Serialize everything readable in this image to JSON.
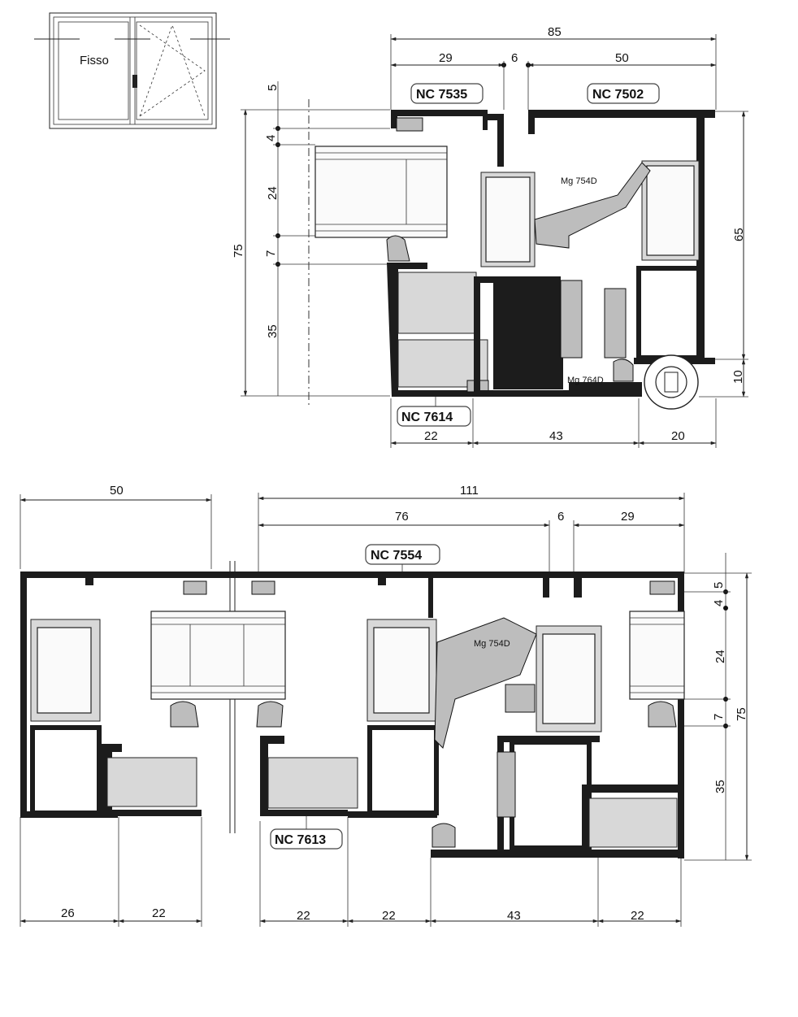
{
  "elevation": {
    "fixed_label": "Fisso"
  },
  "top_section": {
    "profile_codes": {
      "frame_left": "NC 7535",
      "sash": "NC 7502",
      "bottom": "NC 7614"
    },
    "gasket_codes": {
      "center": "Mg 754D",
      "bottom": "Mg 764D"
    },
    "dims_top": {
      "overall": "85",
      "a": "29",
      "b": "6",
      "c": "50"
    },
    "dims_left": {
      "total": "75",
      "d5": "5",
      "d4": "4",
      "d24": "24",
      "d7": "7",
      "d35": "35"
    },
    "dims_right": {
      "d65": "65",
      "d10": "10"
    },
    "dims_bottom": {
      "a": "22",
      "b": "43",
      "c": "20"
    }
  },
  "bottom_section": {
    "profile_codes": {
      "mullion": "NC 7554",
      "frame": "NC 7613"
    },
    "gasket_codes": {
      "center": "Mg 754D"
    },
    "dims_top": {
      "left_width": "50",
      "overall": "111",
      "a": "76",
      "b": "6",
      "c": "29"
    },
    "dims_right": {
      "total": "75",
      "d5": "5",
      "d4": "4",
      "d24": "24",
      "d7": "7",
      "d35": "35"
    },
    "dims_bottom": {
      "a": "26",
      "b": "22",
      "c": "22",
      "d": "22",
      "e": "43",
      "f": "22"
    }
  }
}
